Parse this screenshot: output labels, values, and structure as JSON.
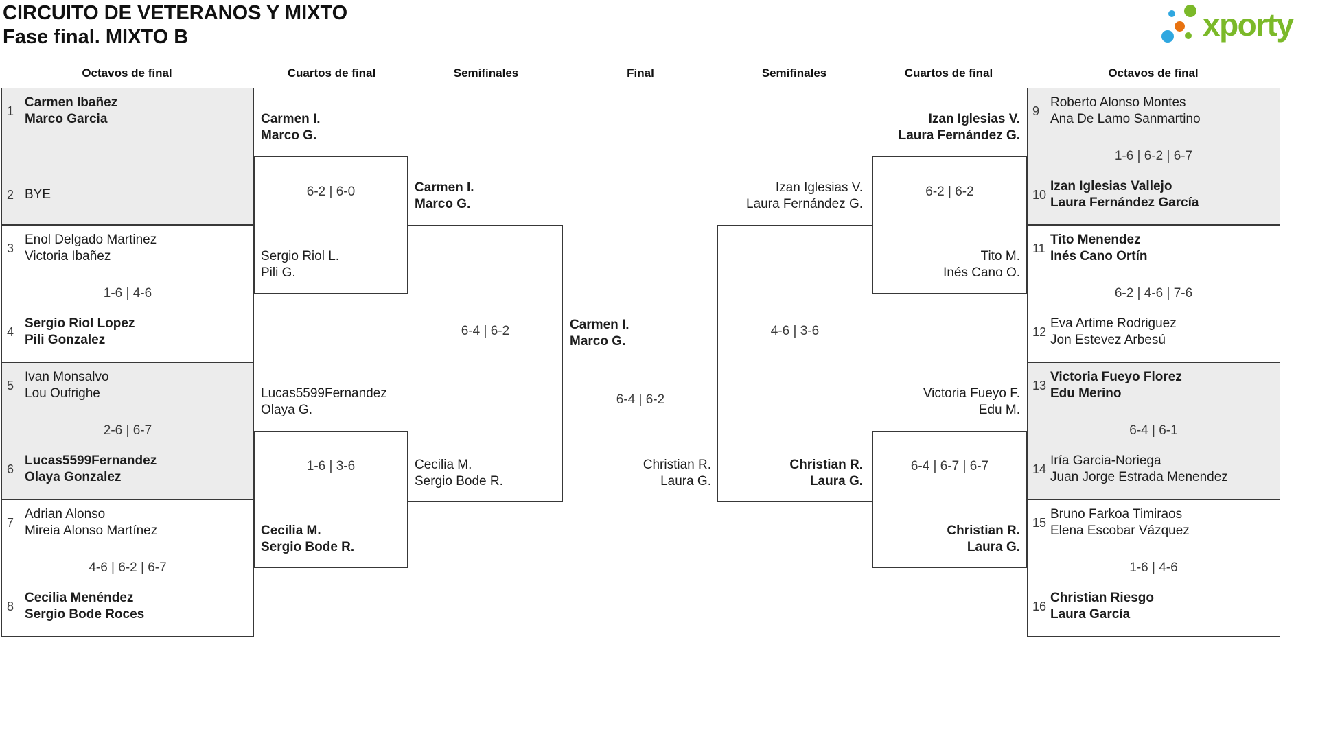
{
  "title": {
    "line1": "CIRCUITO DE VETERANOS Y MIXTO",
    "line2": "Fase final. MIXTO B"
  },
  "logo": {
    "text": "xporty",
    "green": "#7bb929",
    "blue": "#2fa7e0",
    "orange": "#e87210"
  },
  "round_headers": {
    "left_r16": "Octavos de final",
    "left_qf": "Cuartos de final",
    "left_sf": "Semifinales",
    "final": "Final",
    "right_sf": "Semifinales",
    "right_qf": "Cuartos de final",
    "right_r16": "Octavos de final"
  },
  "matches": {
    "ol1": {
      "seed_a": "1",
      "a1": "Carmen Ibañez",
      "a2": "Marco Garcia",
      "seed_b": "2",
      "b1": "BYE",
      "b2": "",
      "score": ""
    },
    "ol2": {
      "seed_a": "3",
      "a1": "Enol Delgado Martinez",
      "a2": "Victoria Ibañez",
      "seed_b": "4",
      "b1": "Sergio Riol Lopez",
      "b2": "Pili Gonzalez",
      "score": "1-6 | 4-6"
    },
    "ol3": {
      "seed_a": "5",
      "a1": "Ivan Monsalvo",
      "a2": "Lou Oufrighe",
      "seed_b": "6",
      "b1": "Lucas5599Fernandez",
      "b2": "Olaya Gonzalez",
      "score": "2-6 | 6-7"
    },
    "ol4": {
      "seed_a": "7",
      "a1": "Adrian Alonso",
      "a2": "Mireia Alonso Martínez",
      "seed_b": "8",
      "b1": "Cecilia Menéndez",
      "b2": "Sergio Bode Roces",
      "score": "4-6 | 6-2 | 6-7"
    },
    "or1": {
      "seed_a": "9",
      "a1": "Roberto Alonso Montes",
      "a2": "Ana De Lamo Sanmartino",
      "seed_b": "10",
      "b1": "Izan Iglesias Vallejo",
      "b2": "Laura Fernández García",
      "score": "1-6 | 6-2 | 6-7"
    },
    "or2": {
      "seed_a": "11",
      "a1": "Tito Menendez",
      "a2": "Inés Cano Ortín",
      "seed_b": "12",
      "b1": "Eva Artime Rodriguez",
      "b2": "Jon Estevez Arbesú",
      "score": "6-2 | 4-6 | 7-6"
    },
    "or3": {
      "seed_a": "13",
      "a1": "Victoria Fueyo Florez",
      "a2": "Edu Merino",
      "seed_b": "14",
      "b1": "Iría Garcia-Noriega",
      "b2": "Juan Jorge Estrada Menendez",
      "score": "6-4 | 6-1"
    },
    "or4": {
      "seed_a": "15",
      "a1": "Bruno Farkoa Timiraos",
      "a2": "Elena Escobar Vázquez",
      "seed_b": "16",
      "b1": "Christian Riesgo",
      "b2": "Laura García",
      "score": "1-6 | 4-6"
    },
    "ql1": {
      "a1": "Carmen I.",
      "a2": "Marco G.",
      "b1": "Sergio Riol L.",
      "b2": "Pili G.",
      "score": "6-2 | 6-0"
    },
    "ql2": {
      "a1": "Lucas5599Fernandez",
      "a2": "Olaya G.",
      "b1": "Cecilia M.",
      "b2": "Sergio Bode R.",
      "score": "1-6 | 3-6"
    },
    "qr1": {
      "a1": "Izan Iglesias V.",
      "a2": "Laura Fernández G.",
      "b1": "Tito M.",
      "b2": "Inés Cano O.",
      "score": "6-2 | 6-2"
    },
    "qr2": {
      "a1": "Victoria Fueyo F.",
      "a2": "Edu M.",
      "b1": "Christian R.",
      "b2": "Laura G.",
      "score": "6-4 | 6-7 | 6-7"
    },
    "sl": {
      "a1": "Carmen I.",
      "a2": "Marco G.",
      "b1": "Cecilia M.",
      "b2": "Sergio Bode R.",
      "score": "6-4 | 6-2"
    },
    "sr": {
      "a1": "Izan Iglesias V.",
      "a2": "Laura Fernández G.",
      "b1": "Christian R.",
      "b2": "Laura G.",
      "score": "4-6 | 3-6"
    },
    "f": {
      "a1": "Carmen I.",
      "a2": "Marco G.",
      "b1": "Christian R.",
      "b2": "Laura G.",
      "score": "6-4 | 6-2"
    }
  }
}
